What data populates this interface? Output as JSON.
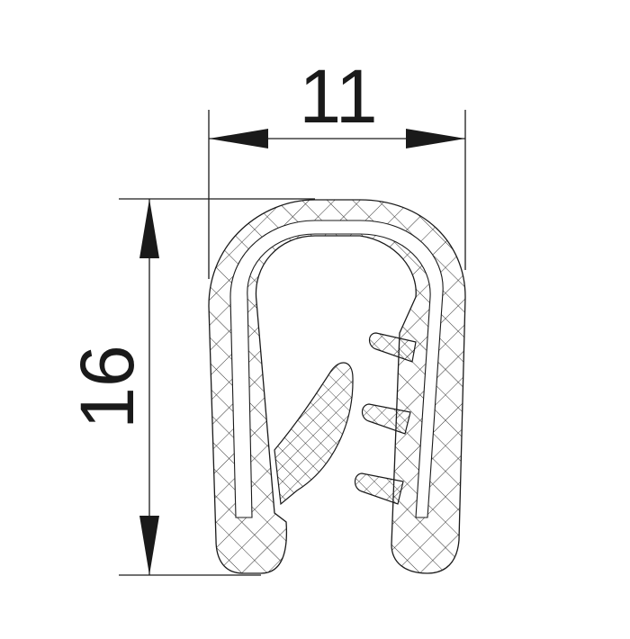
{
  "diagram": {
    "type": "technical-drawing",
    "subject": "U-channel edge trim profile cross-section",
    "dimensions": {
      "width": {
        "label": "11"
      },
      "height": {
        "label": "16"
      }
    },
    "features": {
      "gripping_fins_right": 3,
      "sealing_lip_left": 1,
      "hatch_pattern": "crosshatch"
    },
    "colors": {
      "line": "#1a1a1a",
      "background": "#ffffff"
    }
  }
}
